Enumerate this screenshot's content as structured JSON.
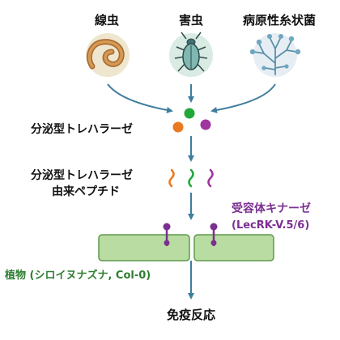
{
  "sources": {
    "nematode": "線虫",
    "insect": "害虫",
    "fungus": "病原性糸状菌"
  },
  "steps": {
    "trehalase": "分泌型トレハラーゼ",
    "peptide_line1": "分泌型トレハラーゼ",
    "peptide_line2": "由来ペプチド",
    "immune": "免疫反応"
  },
  "receptor": {
    "line1": "受容体キナーゼ",
    "line2": "(LecRK-V.5/6)"
  },
  "plant": {
    "label": "植物 (シロイヌナズナ, Col-0)"
  },
  "colors": {
    "arrow": "#3f7d9e",
    "receptor": "#7b2f91",
    "plant_text": "#2e7d32",
    "cell_fill": "#b8dca1",
    "cell_stroke": "#5e9a4c",
    "dot_green": "#22a83a",
    "dot_orange": "#ea7a1f",
    "dot_purple": "#a0339d"
  }
}
